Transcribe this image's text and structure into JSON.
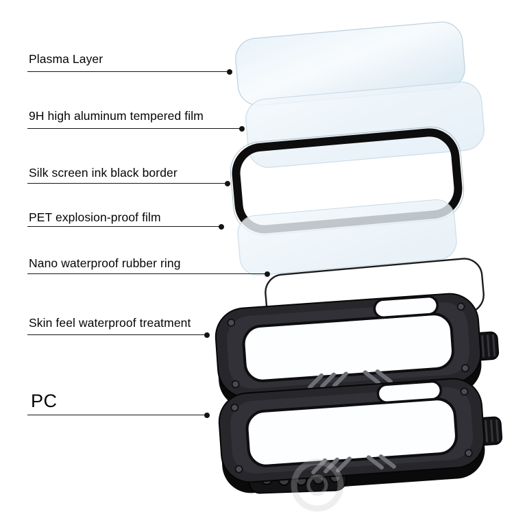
{
  "labels": [
    {
      "id": "plasma-layer",
      "text": "Plasma Layer"
    },
    {
      "id": "tempered-film",
      "text": "9H high aluminum tempered film"
    },
    {
      "id": "ink-black-border",
      "text": "Silk screen ink black border"
    },
    {
      "id": "pet-film",
      "text": "PET explosion-proof film"
    },
    {
      "id": "rubber-ring",
      "text": "Nano waterproof rubber ring"
    },
    {
      "id": "waterproof-treatment",
      "text": "Skin feel waterproof treatment"
    },
    {
      "id": "pc-material",
      "text": "PC"
    }
  ],
  "colors": {
    "background": "#ffffff",
    "label_text": "#050505",
    "leader_line": "#141414",
    "film_tint_blue": "#d7e7f2",
    "film_tint_white": "#f8fbfd",
    "ink_border_black": "#0d0d0d",
    "case_body_dark": "#27272b",
    "case_depth_black": "#0a0a0b",
    "watermark_gray": "#c9c9c9"
  }
}
